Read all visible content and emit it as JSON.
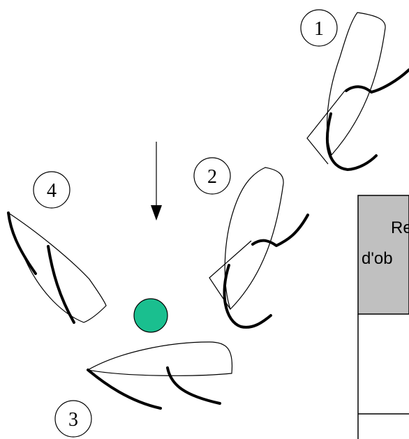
{
  "boats": [
    {
      "id": "boat-1",
      "number": "1"
    },
    {
      "id": "boat-2",
      "number": "2"
    },
    {
      "id": "boat-3",
      "number": "3"
    },
    {
      "id": "boat-4",
      "number": "4"
    }
  ],
  "mark": {
    "color": "#1abf8f"
  },
  "wind_arrow": {
    "direction": "down"
  },
  "table": {
    "header_bg": "#c0c0c0",
    "header_line1": "Re",
    "header_line2": "d'ob"
  }
}
